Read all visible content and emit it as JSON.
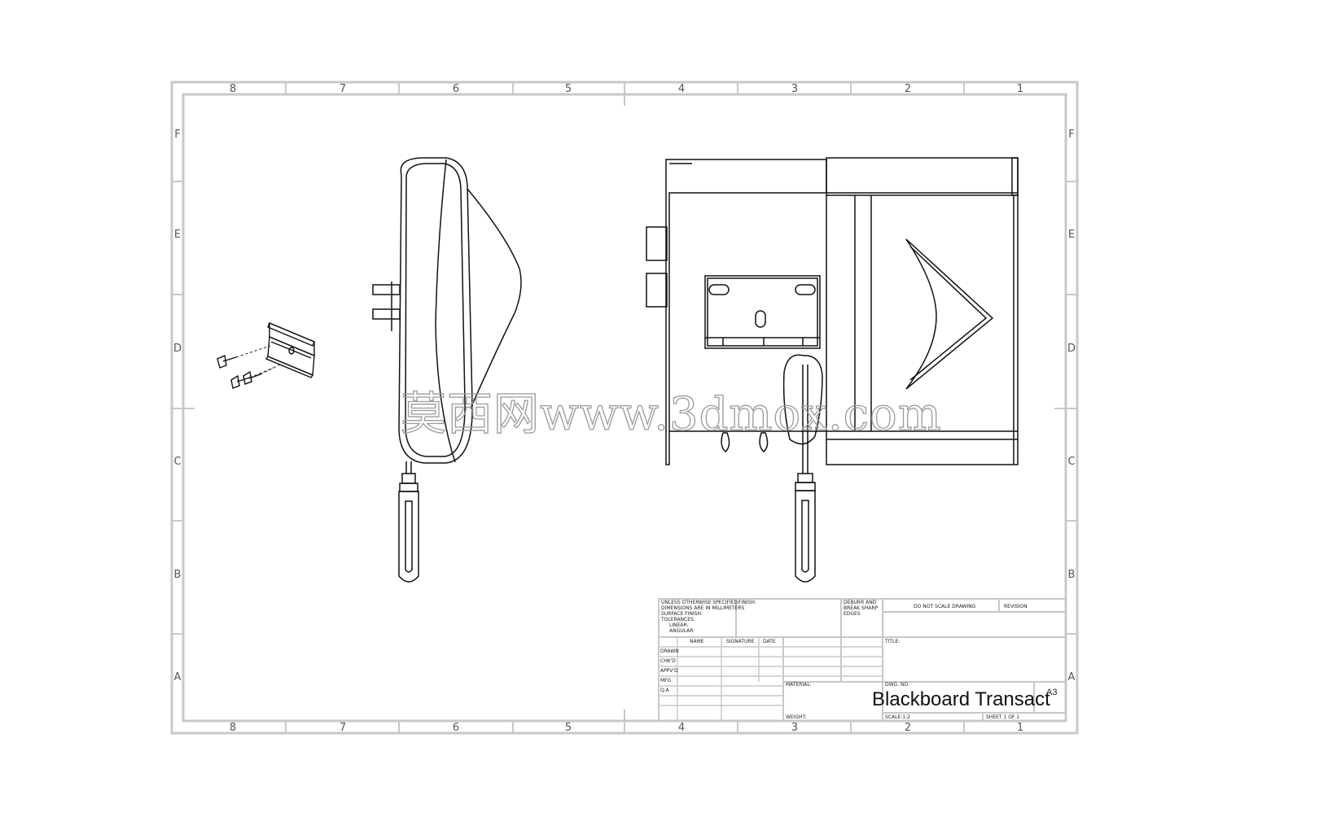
{
  "border": {
    "top_columns": [
      "8",
      "7",
      "6",
      "5",
      "4",
      "3",
      "2",
      "1"
    ],
    "bottom_columns": [
      "8",
      "7",
      "6",
      "5",
      "4",
      "3",
      "2",
      "1"
    ],
    "left_rows": [
      "F",
      "E",
      "D",
      "C",
      "B",
      "A"
    ],
    "right_rows": [
      "F",
      "E",
      "D",
      "C",
      "B",
      "A"
    ]
  },
  "title_block": {
    "general_notes": [
      "UNLESS OTHERWISE SPECIFIED:",
      "DIMENSIONS ARE IN MILLIMETERS",
      "SURFACE FINISH:",
      "TOLERANCES:",
      "LINEAR:",
      "ANGULAR:"
    ],
    "finish_label": "FINISH:",
    "deburr_notes": [
      "DEBURR AND",
      "BREAK SHARP",
      "EDGES"
    ],
    "do_not_scale": "DO NOT SCALE DRAWING",
    "revision_label": "REVISION",
    "col_name": "NAME",
    "col_signature": "SIGNATURE",
    "col_date": "DATE",
    "rows": [
      "DRAWN",
      "CHK'D",
      "APPV'D",
      "MFG",
      "Q.A"
    ],
    "title_label": "TITLE:",
    "material_label": "MATERIAL:",
    "dwg_no_label": "DWG. NO.",
    "drawing_title": "Blackboard Transact",
    "sheet_size": "A3",
    "weight_label": "WEIGHT:",
    "scale_label": "SCALE:1:2",
    "sheet_label": "SHEET 1 OF 1"
  },
  "watermark": "莫西网www.3dmox.com"
}
